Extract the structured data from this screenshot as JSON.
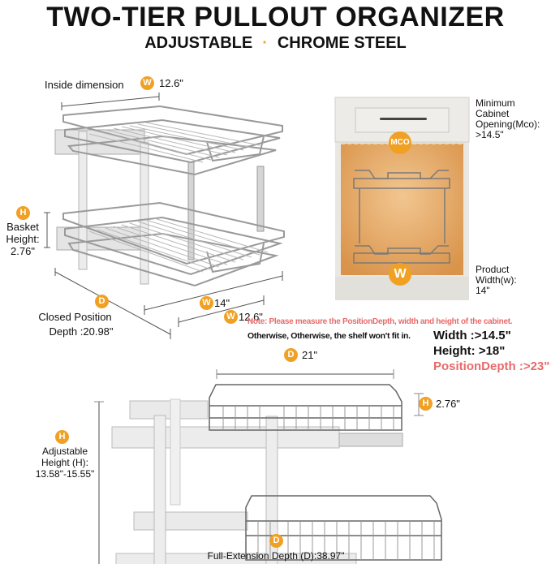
{
  "header": {
    "title": "TWO-TIER PULLOUT ORGANIZER",
    "subtitle_left": "ADJUSTABLE",
    "subtitle_separator": "·",
    "subtitle_right": "CHROME STEEL"
  },
  "top_left_diagram": {
    "inside_dimension_label": "Inside dimension",
    "inside_dimension_badge": "W",
    "inside_dimension_value": "12.6\"",
    "basket_height_badge": "H",
    "basket_height_label_1": "Basket",
    "basket_height_label_2": "Height:",
    "basket_height_value": "2.76\"",
    "depth_badge": "D",
    "closed_depth_label": "Closed Position",
    "closed_depth_value": "Depth :20.98\"",
    "outer_width_badge": "W",
    "outer_width_value": "14\"",
    "inner_width_badge": "W",
    "inner_width_value": "12.6\""
  },
  "cabinet_diagram": {
    "mco_badge": "MCO",
    "w_badge": "W",
    "mco_label_1": "Minimum",
    "mco_label_2": "Cabinet",
    "mco_label_3": "Opening(Mco):",
    "mco_value": ">14.5\"",
    "product_label_1": "Product",
    "product_label_2": "Width(w):",
    "product_value": "14\""
  },
  "note": {
    "line1": "Note: Please measure the PositionDepth, width and height of the cabinet.",
    "line2": "Otherwise, Otherwise, the shelf won't fit in.",
    "width_req": "Width :>14.5\"",
    "height_req": "Height: >18\"",
    "depth_req": "PositionDepth :>23\""
  },
  "bottom_diagram": {
    "basket_depth_badge": "D",
    "basket_depth_value": "21\"",
    "basket_height_badge": "H",
    "basket_height_value": "2.76\"",
    "adjustable_badge": "H",
    "adjustable_label_1": "Adjustable",
    "adjustable_label_2": "Height (H):",
    "adjustable_value": "13.58\"-15.55\"",
    "full_depth_badge": "D",
    "full_depth_label": "Full-Extension Depth (D):38.97\""
  },
  "colors": {
    "accent_orange": "#f0a123",
    "note_red": "#e86a6a",
    "text": "#111111",
    "cabinet_glow": "#e9b273",
    "cabinet_white": "#e9e7e2"
  }
}
